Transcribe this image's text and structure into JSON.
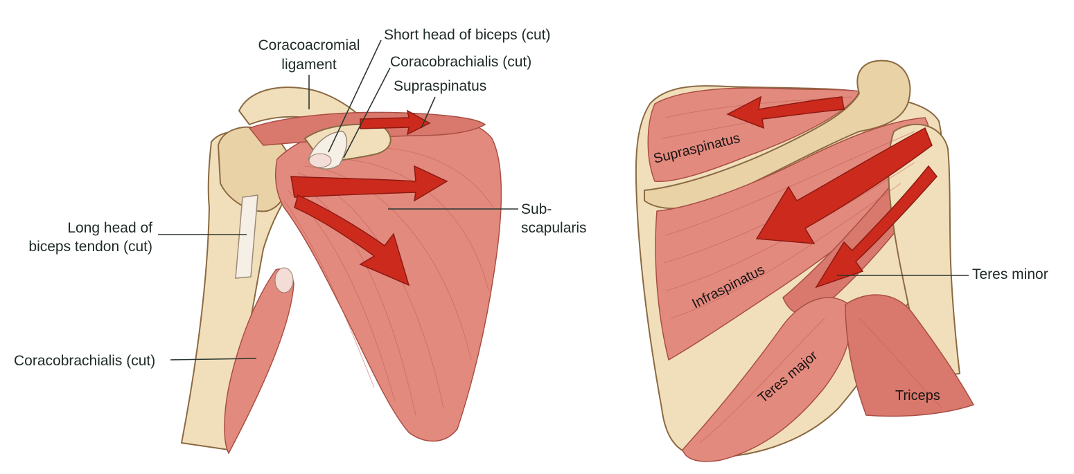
{
  "anterior_view": {
    "labels": {
      "coracoacromial_line1": "Coracoacromial",
      "coracoacromial_line2": "ligament",
      "short_head_biceps": "Short head of biceps (cut)",
      "coracobrachialis_top": "Coracobrachialis (cut)",
      "supraspinatus": "Supraspinatus",
      "subscapularis_line1": "Sub-",
      "subscapularis_line2": "scapularis",
      "long_head_line1": "Long head of",
      "long_head_line2": "biceps tendon (cut)",
      "coracobrachialis_bottom": "Coracobrachialis (cut)"
    }
  },
  "posterior_view": {
    "labels": {
      "supraspinatus": "Supraspinatus",
      "infraspinatus": "Infraspinatus",
      "teres_minor": "Teres minor",
      "teres_major": "Teres major",
      "triceps": "Triceps"
    }
  },
  "colors": {
    "bone": "#f1dfbb",
    "muscle": "#e38a7e",
    "arrow": "#cc2a1c",
    "label_text": "#1e2a24"
  }
}
